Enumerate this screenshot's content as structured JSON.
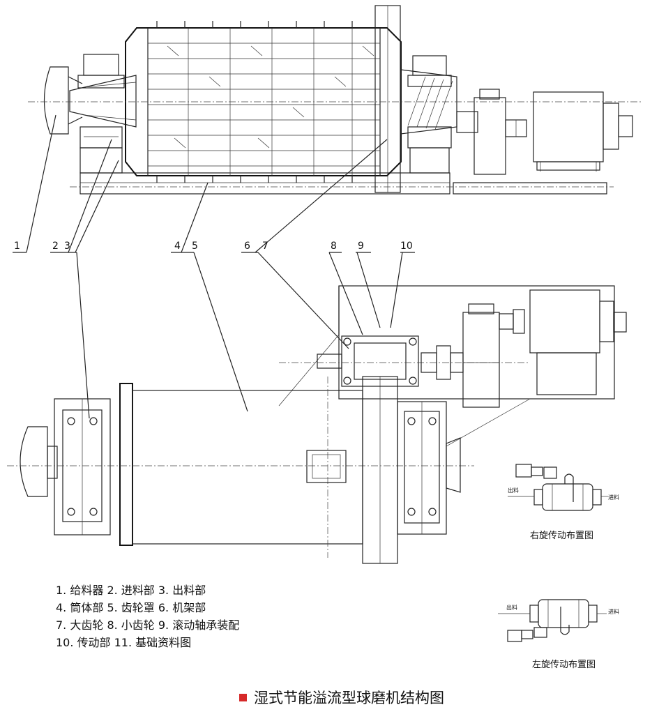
{
  "callouts": [
    "1",
    "2",
    "3",
    "4",
    "5",
    "6",
    "7",
    "8",
    "9",
    "10"
  ],
  "legend": [
    "1. 给料器  2. 进料部  3. 出料部",
    "4. 筒体部  5. 齿轮罩  6. 机架部",
    "7. 大齿轮  8. 小齿轮  9. 滚动轴承装配",
    "10. 传动部  11. 基础资料图"
  ],
  "inset_right": {
    "caption": "右旋传动布置图",
    "label_out": "出料",
    "label_in": "进料"
  },
  "inset_left": {
    "caption": "左旋传动布置图",
    "label_out": "出料",
    "label_in": "进料"
  },
  "caption": "湿式节能溢流型球磨机结构图",
  "colors": {
    "accent": "#d62929"
  }
}
